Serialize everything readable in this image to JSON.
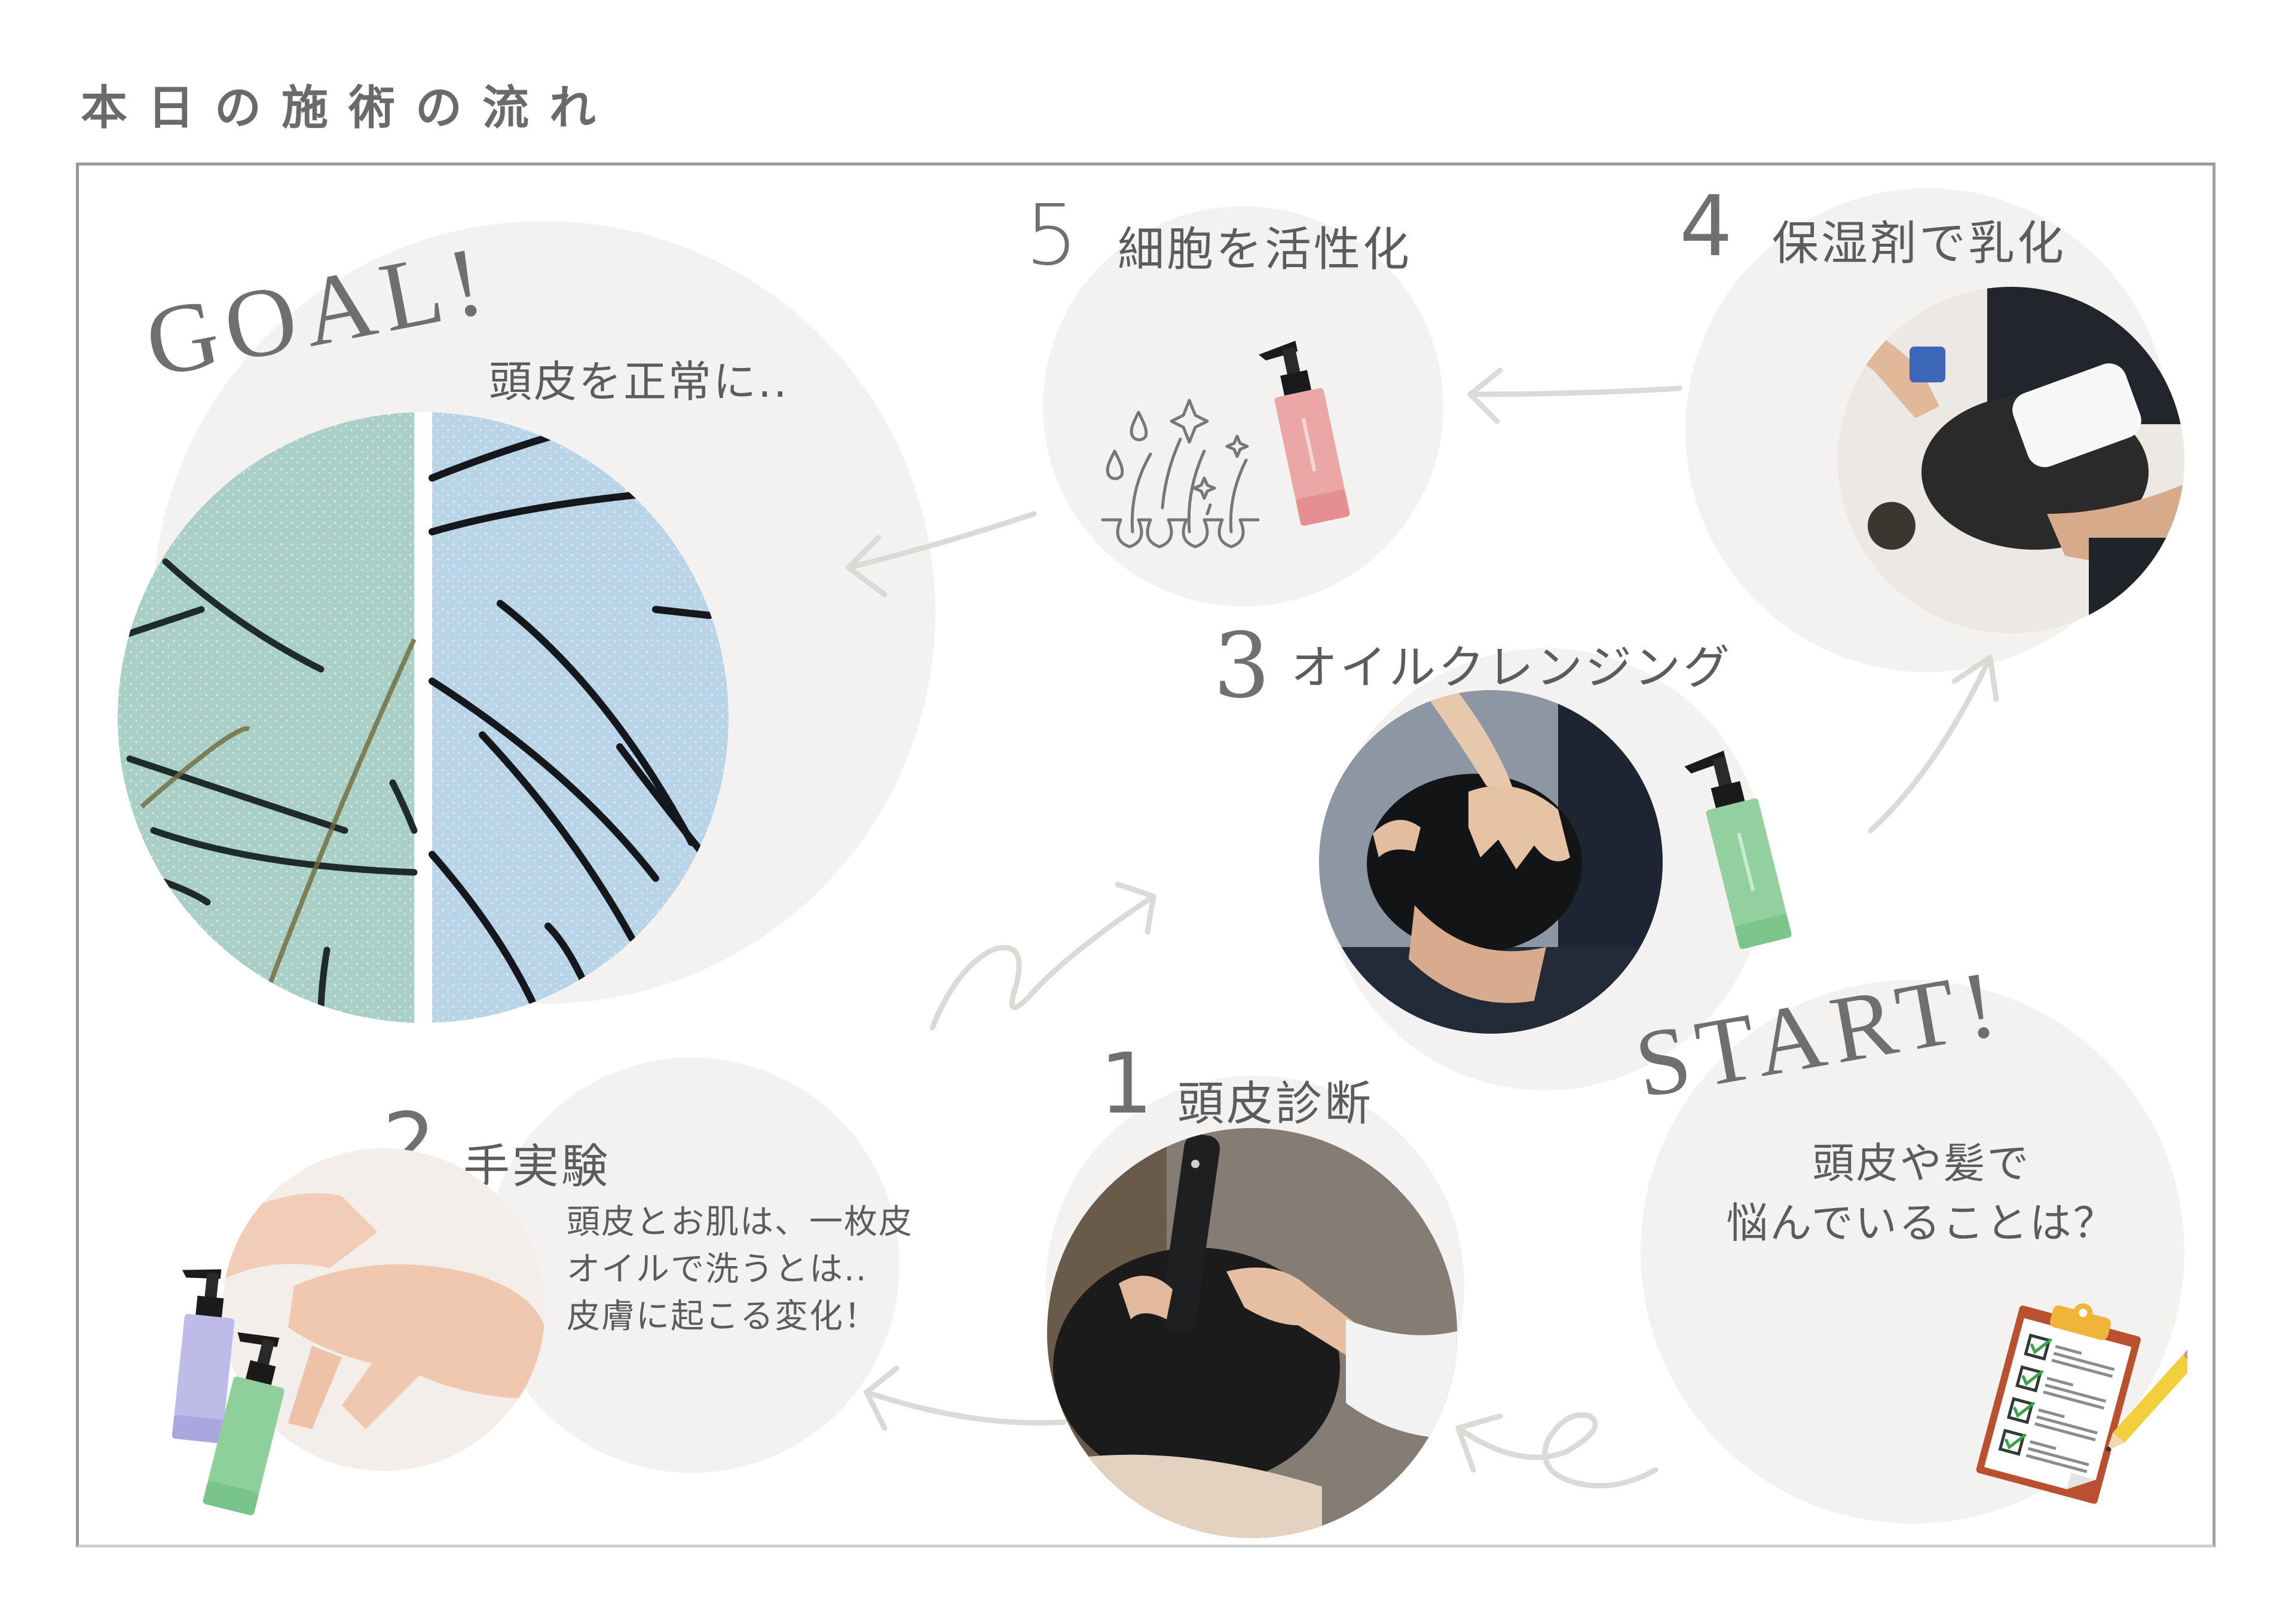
{
  "page": {
    "title": "本日の施術の流れ"
  },
  "goal": {
    "heading": "GOAL!",
    "caption": "頭皮を正常に..",
    "image": "scalp-microscope-before-after"
  },
  "start": {
    "heading": "START!",
    "lines": [
      "頭皮や髪で",
      "悩んでいることは？"
    ],
    "icon": "clipboard-checklist-icon"
  },
  "steps": [
    {
      "num": "1",
      "label": "頭皮診断",
      "image": "scalp-diagnosis-photo"
    },
    {
      "num": "2",
      "label": "手実験",
      "lines": [
        "頭皮とお肌は、一枚皮",
        "オイルで洗うとは..",
        "皮膚に起こる変化！"
      ],
      "image": "hand-experiment-photo"
    },
    {
      "num": "3",
      "label": "オイルクレンジング",
      "image": "oil-cleansing-photo"
    },
    {
      "num": "4",
      "label": "保湿剤で乳化",
      "image": "shampoo-basin-photo"
    },
    {
      "num": "5",
      "label": "細胞を活性化",
      "icon": "hair-follicle-sparkle-icon"
    }
  ],
  "colors": {
    "text": "#5c5c5c",
    "circle_bg": "#f3f2f0",
    "arrow": "#dcdad6",
    "frame": "#9a9a9a",
    "bottle_pink": "#e8a3a3",
    "bottle_green": "#8fcf9c",
    "bottle_lavender": "#b9b8e6",
    "clipboard_board": "#b9502f",
    "clipboard_clip": "#f0b43a",
    "pencil": "#f2cf3c"
  }
}
